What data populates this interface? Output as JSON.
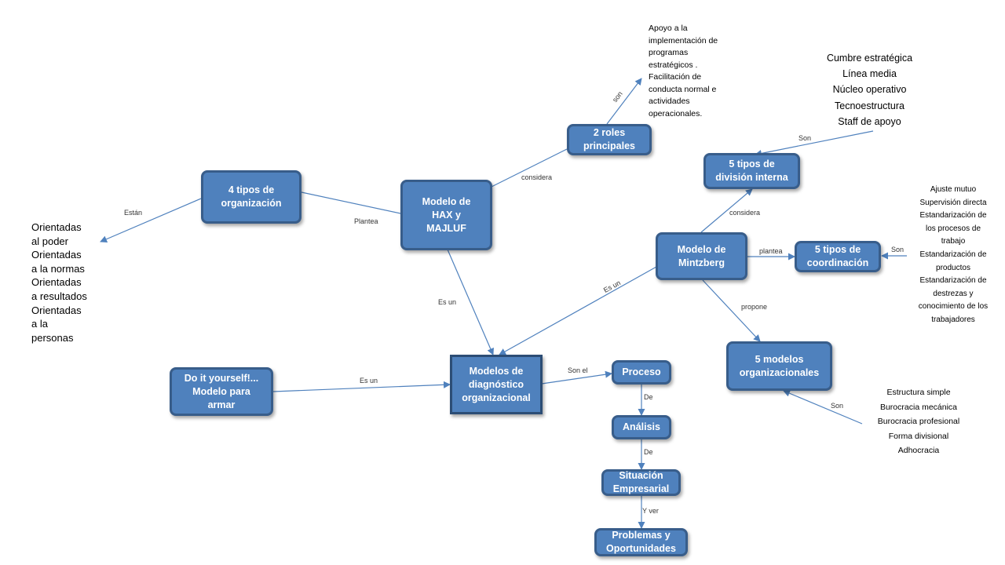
{
  "nodes": {
    "hax": "Modelo de\nHAX y\nMAJLUF",
    "four_types": "4 tipos de\norganización",
    "two_roles": "2 roles\nprincipales",
    "five_div": "5 tipos de\ndivisión interna",
    "mintzberg": "Modelo de\nMintzberg",
    "five_coord": "5 tipos de\ncoordinación",
    "five_models": "5 modelos\norganizacionales",
    "diagnostic": "Modelos de\ndiagnóstico\norganizacional",
    "diy": "Do it yourself!...\nModelo para\narmar",
    "proceso": "Proceso",
    "analisis": "Análisis",
    "situacion": "Situación\nEmpresarial",
    "problemas": "Problemas y\nOportunidades"
  },
  "edge_labels": {
    "estan": "Están",
    "plantea_hax": "Plantea",
    "considera_hax": "considera",
    "son_roles": "son",
    "son_div": "Son",
    "considera_mintz": "considera",
    "plantea_mintz": "plantea",
    "son_coord": "Son",
    "es_un_mintz": "Es un",
    "es_un_hax": "Es un",
    "propone": "propone",
    "son_models": "Son",
    "es_un_diy": "Es un",
    "son_el": "Son el",
    "de1": "De",
    "de2": "De",
    "y_ver": "Y ver"
  },
  "text_blocks": {
    "orientadas": "Orientadas\nal poder\nOrientadas\na la normas\nOrientadas\na resultados\nOrientadas\na la\npersonas",
    "apoyo": "Apoyo a la\nimplementación de\nprogramas\nestratégicos .\nFacilitación de\nconducta normal e\nactividades\noperacionales.",
    "cumbre": "Cumbre estratégica\nLínea media\nNúcleo operativo\nTecnoestructura\nStaff de apoyo",
    "ajuste": "Ajuste mutuo\nSupervisión directa\nEstandarización de\nlos procesos de\ntrabajo\nEstandarización de\nproductos\nEstandarización de\ndestrezas y\nconocimiento de los\ntrabajadores",
    "estructura": "Estructura simple\nBurocracia mecánica\nBurocracia profesional\nForma divisional\nAdhocracia"
  },
  "colors": {
    "node_fill": "#4f81bd",
    "node_border": "#385d8a",
    "arrow": "#4f81bd"
  }
}
